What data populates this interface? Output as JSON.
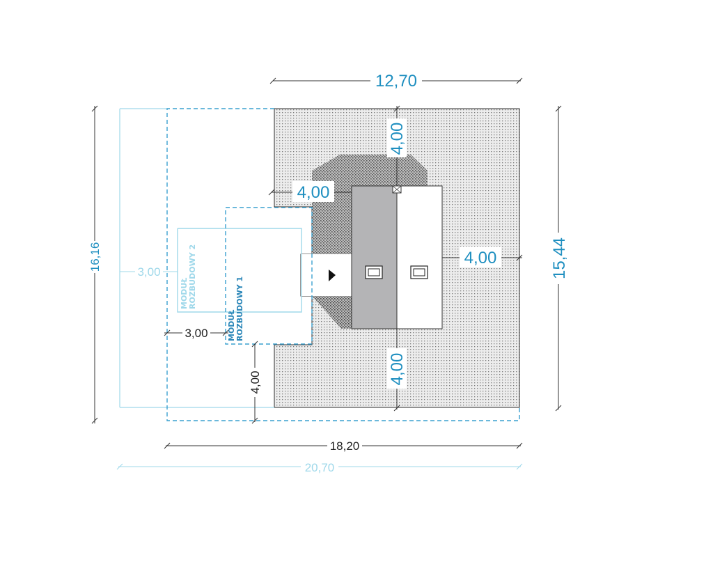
{
  "dimensions": {
    "total_width": "12,70",
    "total_height": "15,44",
    "top_setback": "4,00",
    "left_setback": "4,00",
    "right_setback": "4,00",
    "bottom_setback": "4,00",
    "module1_width": "3,00",
    "module1_bottom": "4,00",
    "module2_width": "3,00",
    "width_with_module1": "18,20",
    "width_with_module2": "20,70",
    "height_with_module2": "16,16"
  },
  "modules": {
    "module1": {
      "line1": "MODUŁ",
      "line2": "ROZBUDOWY 1"
    },
    "module2": {
      "line1": "MODUŁ",
      "line2": "ROZBUDOWY 2"
    }
  },
  "colors": {
    "dimension_dark": "#1f8fc0",
    "dimension_light": "#9fd8ea",
    "plot_fill": "#e2e2e2",
    "roof_dark": "#b4b4b6",
    "roof_light": "#ffffff"
  }
}
